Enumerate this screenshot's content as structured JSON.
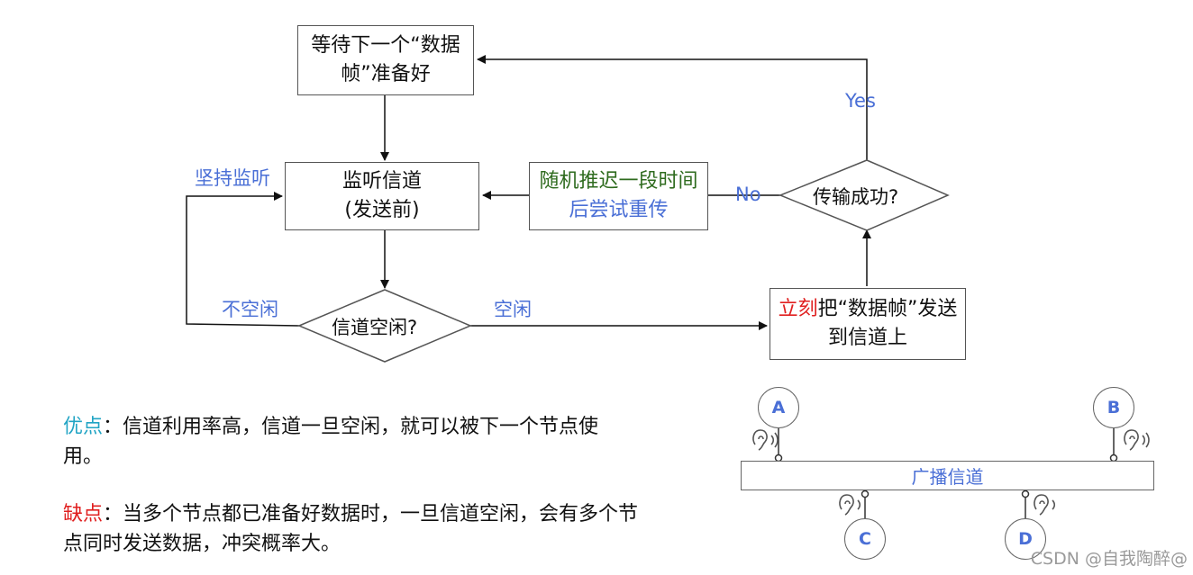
{
  "flow": {
    "wait_box": "等待下一个“数据帧”准备好",
    "listen_box_line1": "监听信道",
    "listen_box_line2": "(发送前)",
    "idle_diamond": "信道空闲?",
    "send_box_red": "立刻",
    "send_box_rest": "把“数据帧”发送到信道上",
    "success_diamond": "传输成功?",
    "backoff_green": "随机推迟一段时",
    "backoff_green2": "间",
    "backoff_blue": "后尝试重传"
  },
  "labels": {
    "persist": "坚持监听",
    "busy": "不空闲",
    "idle": "空闲",
    "yes": "Yes",
    "no": "No"
  },
  "notes": {
    "adv_head": "优点",
    "adv_body": "：信道利用率高，信道一旦空闲，就可以被下一个节点使用。",
    "dis_head": "缺点",
    "dis_body": "：当多个节点都已准备好数据时，一旦信道空闲，会有多个节点同时发送数据，冲突概率大。"
  },
  "bus": {
    "label": "广播信道",
    "nodes": [
      "A",
      "B",
      "C",
      "D"
    ]
  },
  "watermark": "CSDN @自我陶醉@",
  "colors": {
    "blue": "#4a6fd6",
    "green": "#2e6b1e",
    "red": "#e02020",
    "cyan": "#21a4c4"
  },
  "icons": [
    "ear-icon",
    "ear-icon",
    "ear-icon",
    "ear-icon"
  ]
}
